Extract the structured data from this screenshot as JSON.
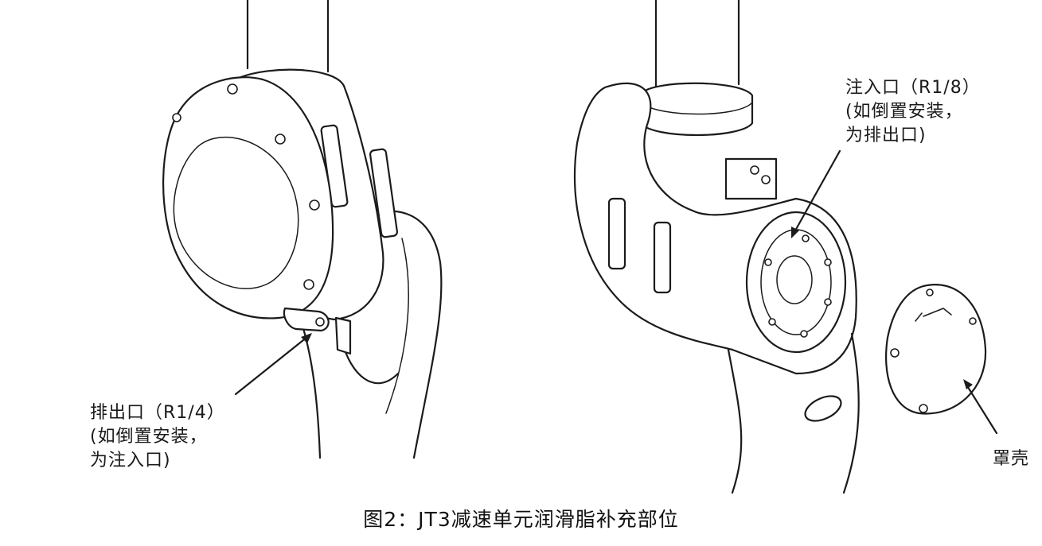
{
  "labels": {
    "drain_port": [
      "排出口（R1/4）",
      "(如倒置安装，",
      "为注入口)"
    ],
    "fill_port": [
      "注入口（R1/8）",
      "(如倒置安装，",
      "为排出口)"
    ],
    "cover": "罩壳"
  },
  "caption": "图2：JT3减速单元润滑脂补充部位"
}
